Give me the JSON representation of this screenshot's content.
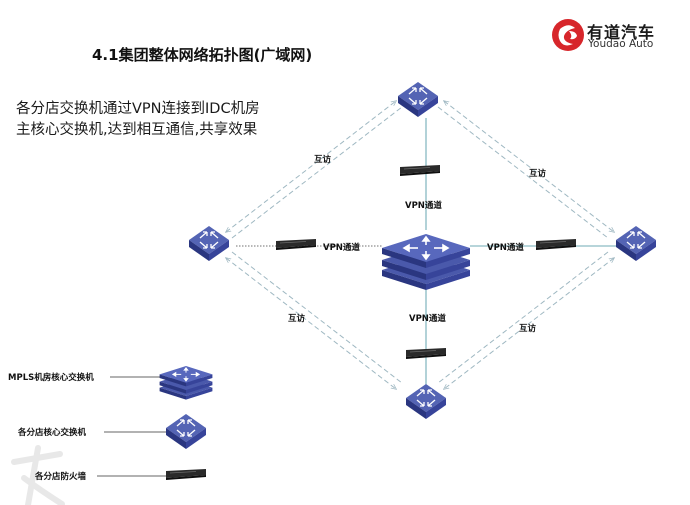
{
  "title": "4.1集团整体网络拓扑图(广域网)",
  "description": {
    "line1": "各分店交换机通过VPN连接到IDC机房",
    "line2": "主核心交换机,达到相互通信,共享效果"
  },
  "logo": {
    "name_cn": "有道汽车",
    "name_en": "Youdao Auto",
    "brand_color": "#d7262b"
  },
  "diagram": {
    "link_labels": {
      "mutual_tl": "互访",
      "mutual_tr": "互访",
      "mutual_bl": "互访",
      "mutual_br": "互访",
      "vpn_top": "VPN通道",
      "vpn_left": "VPN通道",
      "vpn_right": "VPN通道",
      "vpn_bottom": "VPN通道"
    },
    "colors": {
      "switch_fill": "#3b4a9c",
      "dashed_link": "#9fb8c2",
      "vpn_line": "#3f8f9e",
      "firewall": "#1e1e1e"
    }
  },
  "legend": {
    "mpls_core": "MPLS机房核心交换机",
    "branch_core": "各分店核心交换机",
    "branch_firewall": "各分店防火墙"
  }
}
